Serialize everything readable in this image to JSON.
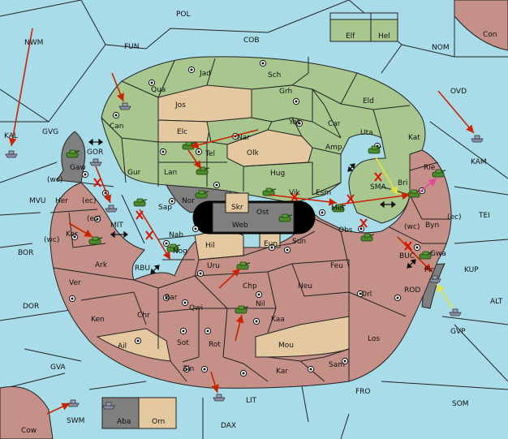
{
  "colors": {
    "sea": "#a8dce8",
    "green_power": "#a8c78f",
    "rose_power": "#c49088",
    "tan_neutral": "#e3c8a0",
    "dark_island": "#7f7f7f",
    "order_red": "#cc2200",
    "order_yellow": "#e8e23a",
    "order_pink": "#e24a9a"
  },
  "icons": {
    "army": "tank-icon",
    "fleet": "ship-icon",
    "supply_center": "dot-in-circle-icon",
    "convoy_link": "double-arrow-icon",
    "failed_order": "x-mark-icon"
  },
  "sea_zones": {
    "pol": "POL",
    "nwm": "NWM",
    "fun": "FUN",
    "cob": "COB",
    "nom": "NOM",
    "ovd": "OVD",
    "kam": "KAM",
    "tei": "TEI",
    "kup": "KUP",
    "alt": "ALT",
    "gvp": "GVP",
    "som": "SOM",
    "fro": "FRO",
    "dax": "DAX",
    "lit": "LIT",
    "swm": "SWM",
    "gva": "GVA",
    "dor": "DOR",
    "bor": "BOR",
    "mvu": "MVU",
    "gvg": "GVG",
    "kal": "KAL",
    "gor": "GOR",
    "mit": "MIT",
    "rbu": "RBU",
    "sma": "SMA",
    "buc": "BUC",
    "rod": "ROD",
    "con": "Con",
    "cow": "Cow"
  },
  "provinces": {
    "jad": "Jad",
    "sch": "Sch",
    "qua": "Qua",
    "jos": "Jos",
    "grh": "Grh",
    "eld": "Eld",
    "can": "Can",
    "elc": "Elc",
    "nar": "Nar",
    "yok": "Yok",
    "car": "Car",
    "uta": "Uta",
    "kat": "Kat",
    "tel": "Tel",
    "olk": "Olk",
    "amp": "Amp",
    "gur": "Gur",
    "lan": "Lan",
    "hug": "Hug",
    "bri": "Bri",
    "rie": "Rie",
    "nor": "Nor",
    "esm": "Esm",
    "vik": "Vik",
    "skr": "Skr",
    "ost": "Ost",
    "web": "Web",
    "mel": "Mel",
    "byn": "Byn",
    "sap": "Sap",
    "nab": "Nab",
    "hil": "Hil",
    "eun": "Eun",
    "sun": "Sun",
    "obs": "Obs",
    "gaw": "Gaw",
    "her": "Her",
    "kor": "Kor",
    "ark": "Ark",
    "nog": "Nog",
    "gwa": "Gwa",
    "pir": "Pir",
    "uru": "Uru",
    "feu": "Feu",
    "ver": "Ver",
    "chp": "Chp",
    "neu": "Neu",
    "orl": "Orl",
    "bar": "Bar",
    "qwi": "Qwi",
    "nil": "Nil",
    "ken": "Ken",
    "chr": "Chr",
    "kaa": "Kaa",
    "ail": "Ail",
    "sot": "Sot",
    "rot": "Rot",
    "mou": "Mou",
    "los": "Los",
    "zin": "Zin",
    "kar": "Kar",
    "sam": "Sam",
    "elf": "Elf",
    "hel": "Hel",
    "aba": "Aba",
    "orn": "Orn"
  },
  "coast_tags": {
    "wc_her": "(wc)",
    "ec_her": "(ec)",
    "ec_kor": "(ec)",
    "wc_kor": "(wc)",
    "wc_byn": "(wc)",
    "ec_byn": "(ec)"
  }
}
